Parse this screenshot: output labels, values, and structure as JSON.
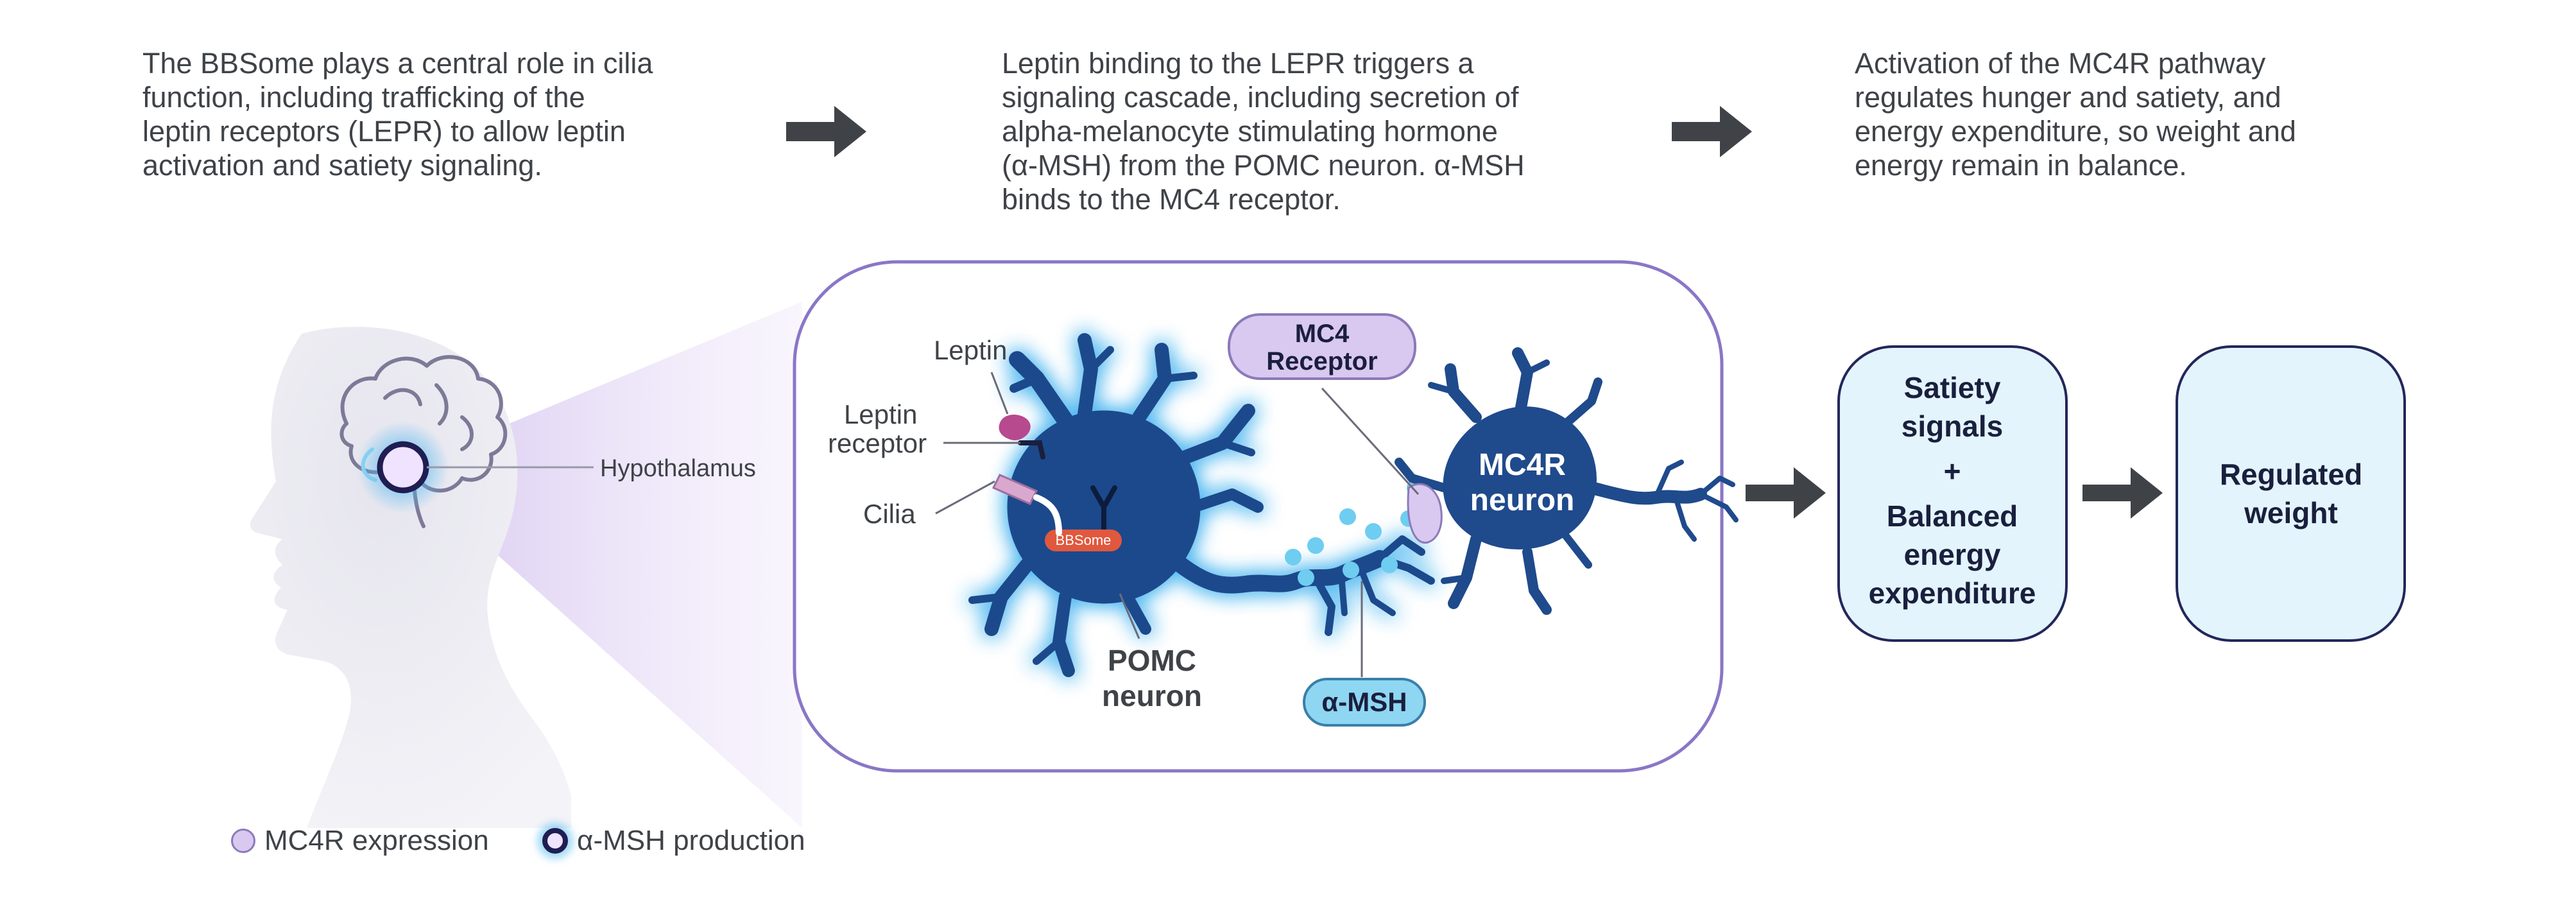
{
  "steps": [
    {
      "text": "The BBSome plays a central role in cilia\nfunction, including trafficking of the\nleptin receptors (LEPR) to allow leptin\nactivation and satiety signaling."
    },
    {
      "text": "Leptin binding to the LEPR triggers a\nsignaling cascade, including secretion of\nalpha-melanocyte stimulating hormone\n(α-MSH) from the POMC neuron. α-MSH\nbinds to the MC4 receptor."
    },
    {
      "text": "Activation of the MC4R pathway\nregulates hunger and satiety, and\nenergy expenditure, so weight and\nenergy remain in balance."
    }
  ],
  "labels": {
    "hypothalamus": "Hypothalamus",
    "leptin": "Leptin",
    "leptin_receptor_line1": "Leptin",
    "leptin_receptor_line2": "receptor",
    "cilia": "Cilia",
    "bbsome": "BBSome",
    "pomc_line1": "POMC",
    "pomc_line2": "neuron",
    "mc4_receptor_line1": "MC4",
    "mc4_receptor_line2": "Receptor",
    "mc4r_neuron_line1": "MC4R",
    "mc4r_neuron_line2": "neuron",
    "amsh": "α-MSH"
  },
  "outcomes": {
    "satiety": {
      "line1": "Satiety",
      "line2": "signals",
      "plus": "+",
      "line3": "Balanced",
      "line4": "energy",
      "line5": "expenditure"
    },
    "weight": {
      "line1": "Regulated",
      "line2": "weight"
    }
  },
  "legend": {
    "mc4r_expression": "MC4R expression",
    "amsh_production": "α-MSH production"
  },
  "colors": {
    "text": "#3f4348",
    "arrow": "#3f4348",
    "neuron": "#1f4a8c",
    "neuron_glow": "#4fb7f0",
    "panel_border": "#8a76c7",
    "mc4_pill": "#d9c8f0",
    "amsh_pill": "#8fd6f2",
    "outcome_fill": "#e3f4fc",
    "outcome_border": "#23275a",
    "bbsome": "#e0583e",
    "head": "#dedde7"
  }
}
